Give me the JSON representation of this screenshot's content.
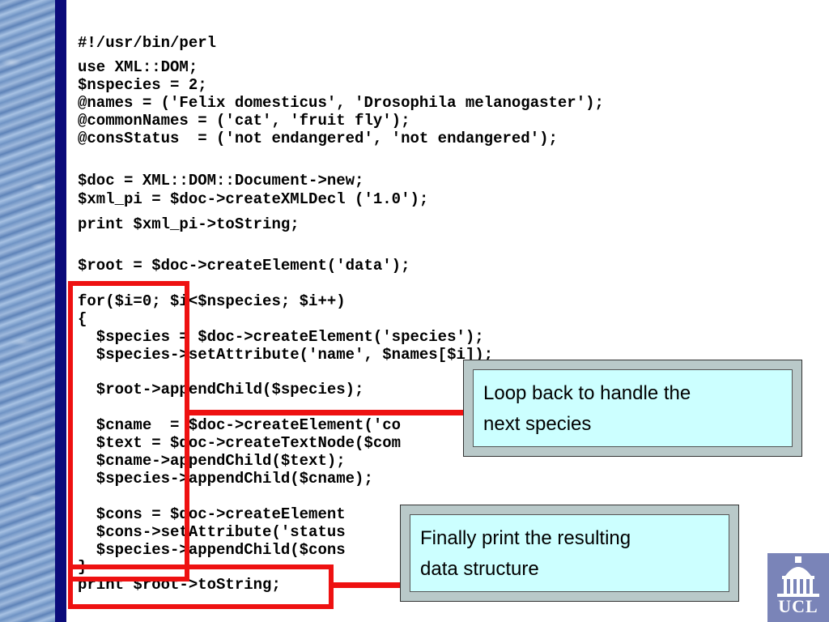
{
  "code_lines": [
    "#!/usr/bin/perl",
    "use XML::DOM;",
    "$nspecies = 2;",
    "@names = ('Felix domesticus', 'Drosophila melanogaster');",
    "@commonNames = ('cat', 'fruit fly');",
    "@consStatus  = ('not endangered', 'not endangered');",
    "$doc = XML::DOM::Document->new;",
    "$xml_pi = $doc->createXMLDecl ('1.0');",
    "print $xml_pi->toString;",
    "$root = $doc->createElement('data');",
    "for($i=0; $i<$nspecies; $i++)",
    "{",
    "  $species = $doc->createElement('species');",
    "  $species->setAttribute('name', $names[$i]);",
    "  $root->appendChild($species);",
    "  $cname  = $doc->createElement('co",
    "  $text = $doc->createTextNode($com",
    "  $cname->appendChild($text);",
    "  $species->appendChild($cname);",
    "  $cons = $doc->createElement",
    "  $cons->setAttribute('status",
    "  $species->appendChild($cons",
    "}",
    "print $root->toString;"
  ],
  "callouts": {
    "loop_text": "Loop back to handle the\nnext species",
    "print_text": "Finally print the resulting\ndata structure"
  },
  "logo": {
    "text": "UCL",
    "name": "ucl-logo"
  },
  "colors": {
    "highlight": "#ee1111",
    "callout_fill": "#ccffff",
    "sidebar_bar": "#0b0b7a"
  }
}
